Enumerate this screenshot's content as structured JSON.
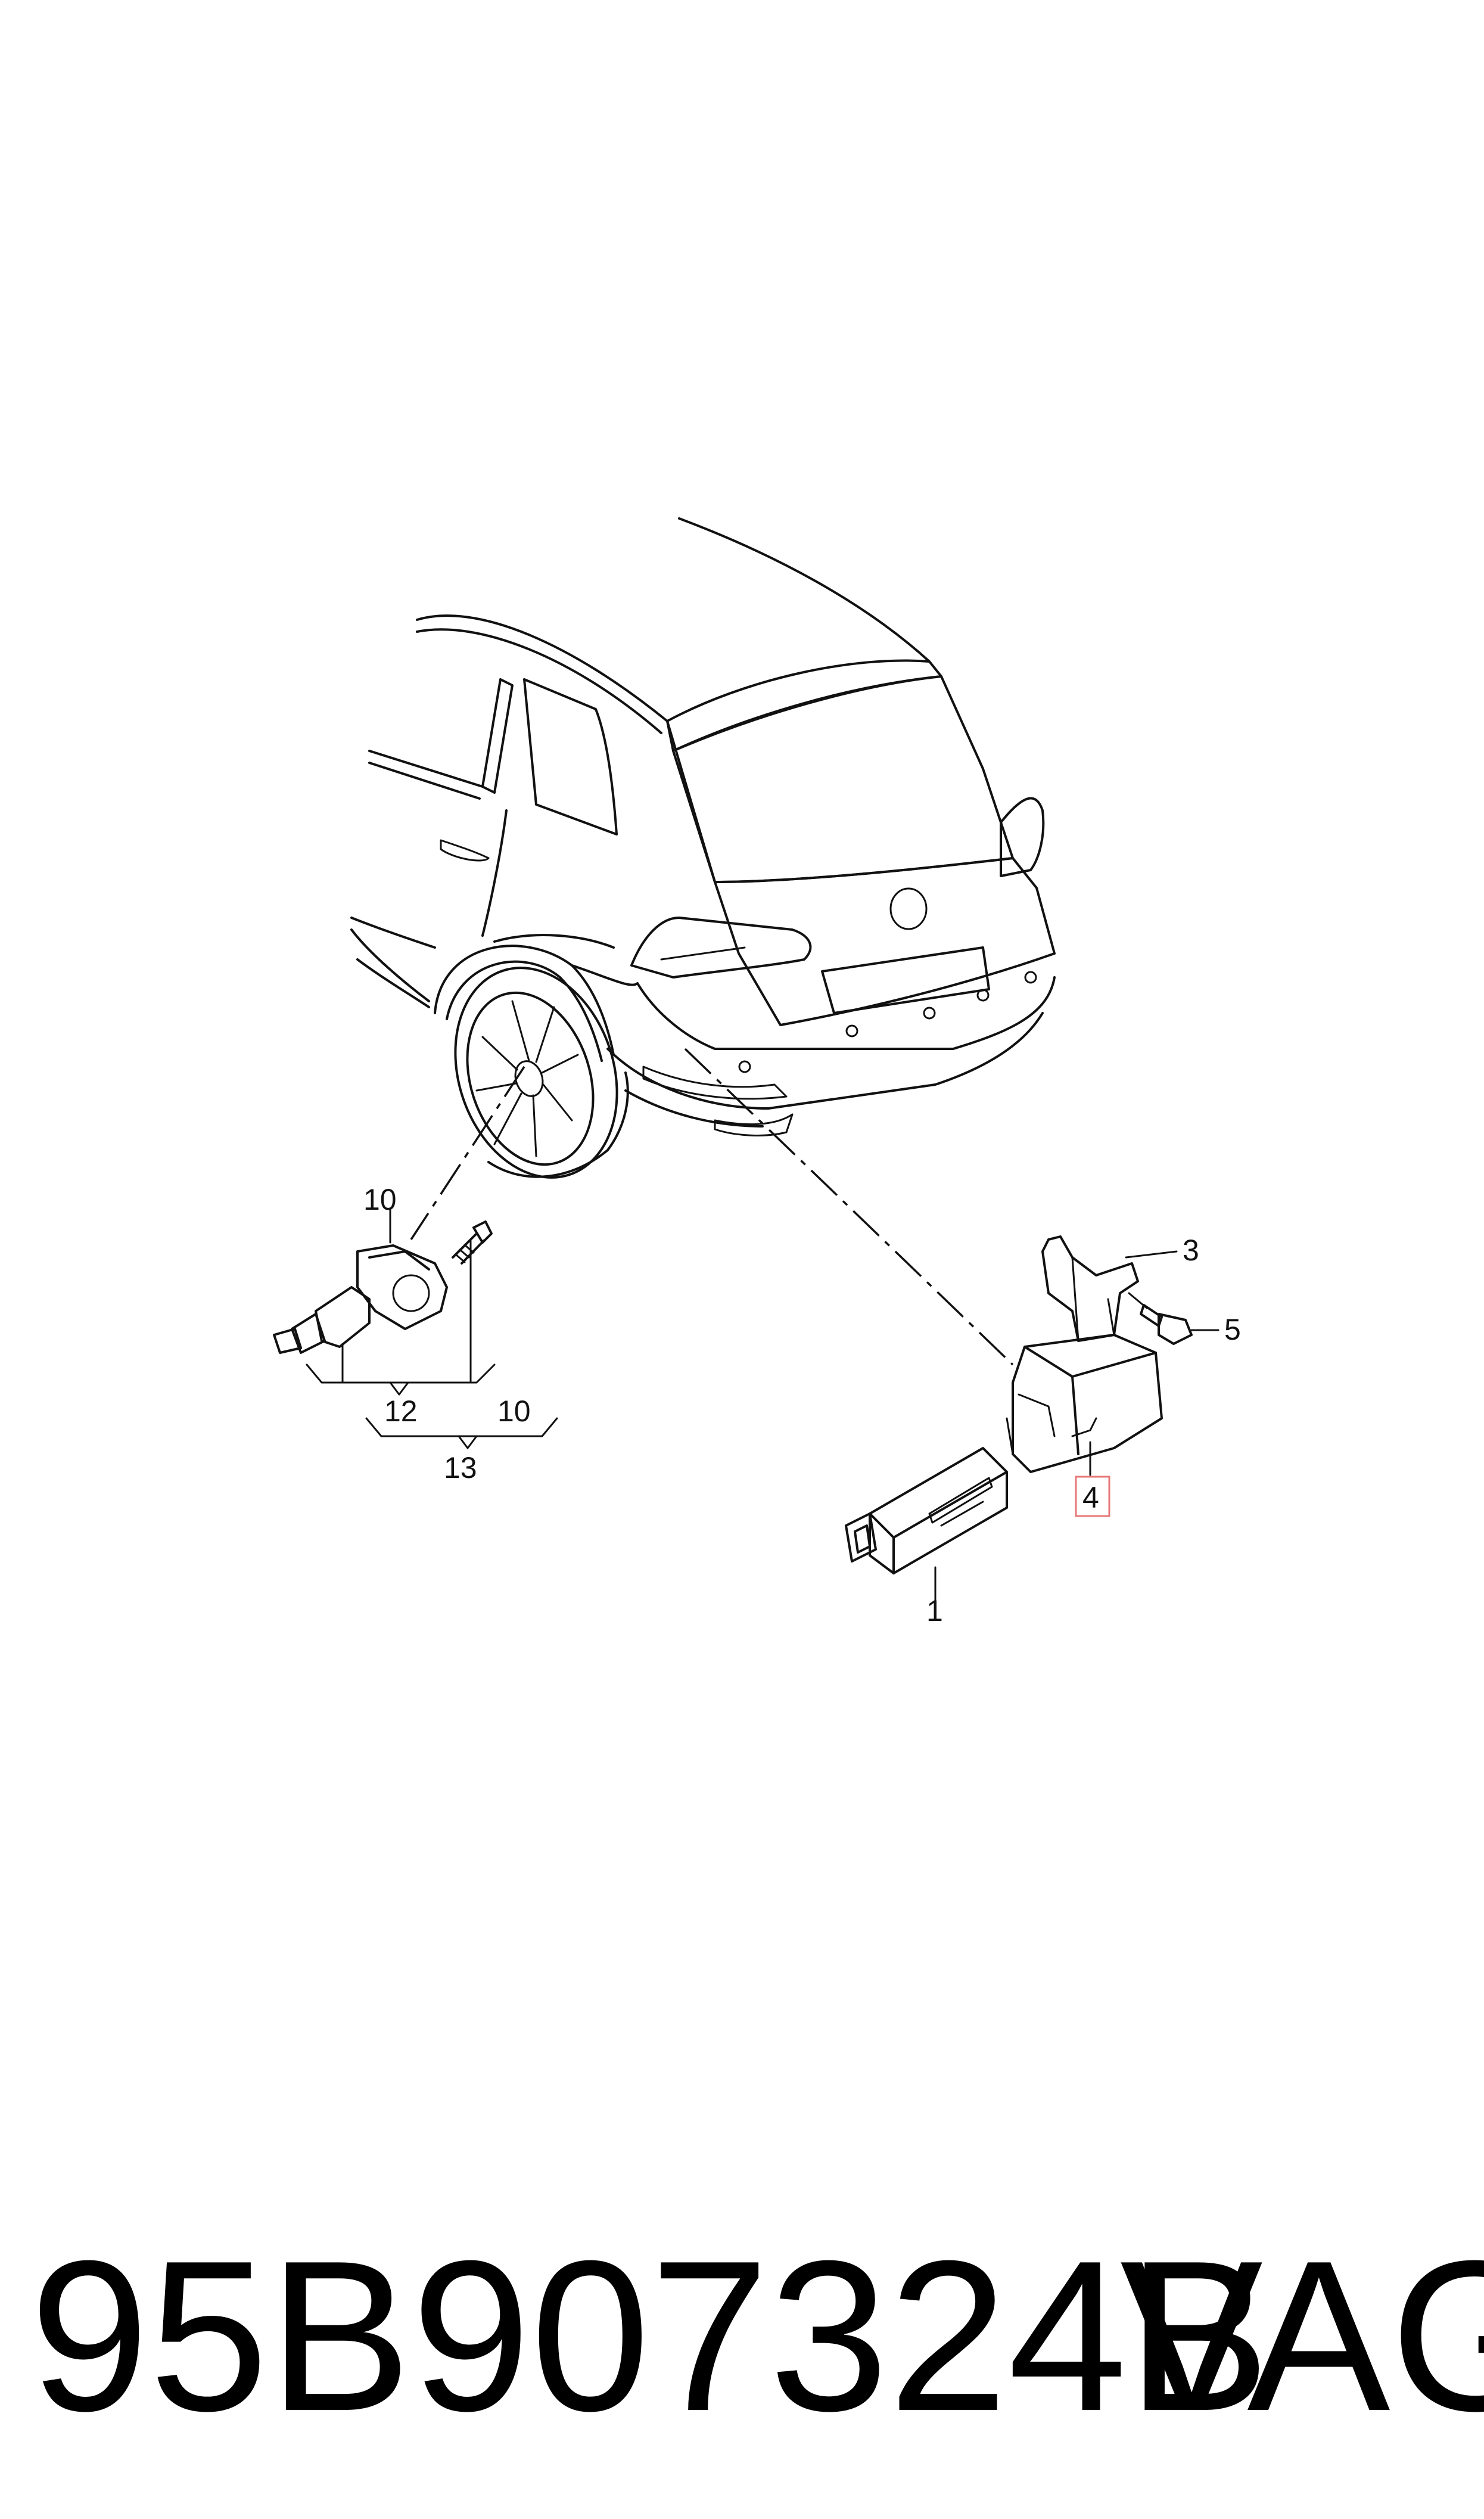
{
  "labels": {
    "callout_1": "1",
    "callout_3": "3",
    "callout_4": "4",
    "callout_5": "5",
    "callout_10_top": "10",
    "callout_10_bottom": "10",
    "callout_12": "12",
    "callout_13": "13"
  },
  "footer": {
    "part_number": "95B907324B",
    "brand": "VAG"
  },
  "colors": {
    "line": "#111111",
    "highlight": "#e87878",
    "background": "#ffffff"
  }
}
